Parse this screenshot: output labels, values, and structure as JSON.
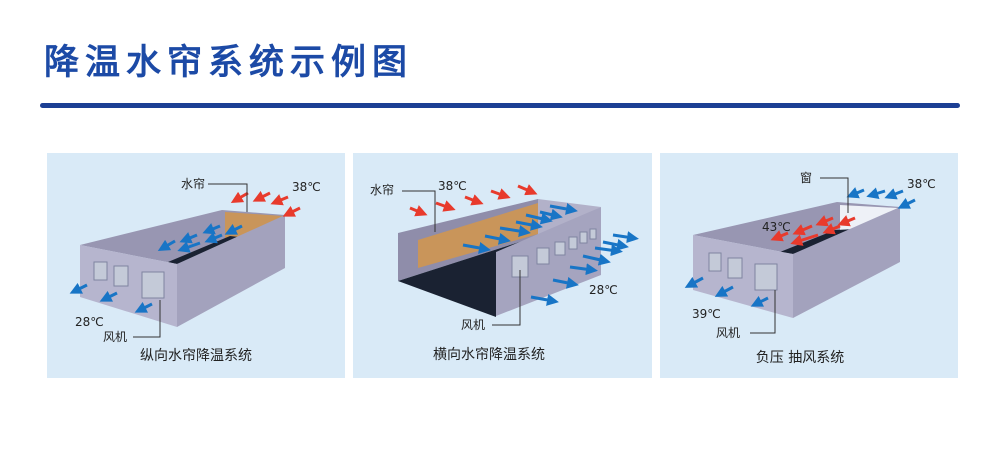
{
  "title": "降温水帘系统示例图",
  "colors": {
    "title": "#1c4aa6",
    "rule": "#1c3f94",
    "panel_bg": "#d9eaf7",
    "hot_arrow": "#e83a2c",
    "cool_arrow": "#1875c6",
    "pad": "#c9955a"
  },
  "panels": [
    {
      "caption": "纵向水帘降温系统",
      "pad_label": "水帘",
      "fan_label": "风机",
      "temp_in": "38℃",
      "temp_out": "28℃"
    },
    {
      "caption": "横向水帘降温系统",
      "pad_label": "水帘",
      "fan_label": "风机",
      "temp_in": "38℃",
      "temp_out": "28℃"
    },
    {
      "caption": "负压 抽风系统",
      "window_label": "窗",
      "fan_label": "风机",
      "temp_in": "38℃",
      "temp_inside": "43℃",
      "temp_out": "39℃"
    }
  ]
}
